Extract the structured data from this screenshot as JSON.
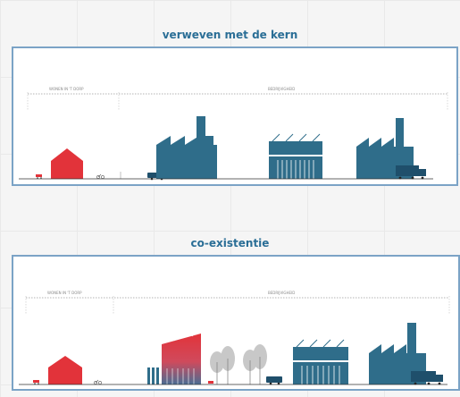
{
  "diagrams": [
    {
      "title": "verweven met de kern",
      "zone_left_label": "WONEN IN 'T DORP",
      "zone_right_label": "BEDRIJVIGHEID"
    },
    {
      "title": "co-existentie",
      "zone_left_label": "WONEN IN 'T DORP",
      "zone_right_label": "BEDRIJVIGHEID"
    }
  ],
  "colors": {
    "panel_border": "#7ba3c6",
    "title": "#2a6e96",
    "factory": "#2f6d8a",
    "house": "#e2333a",
    "tree": "#c8c8c8"
  },
  "icons": [
    "house-icon",
    "factory-icon",
    "warehouse-icon",
    "truck-icon",
    "car-icon",
    "tree-icon",
    "bicycle-icon"
  ]
}
